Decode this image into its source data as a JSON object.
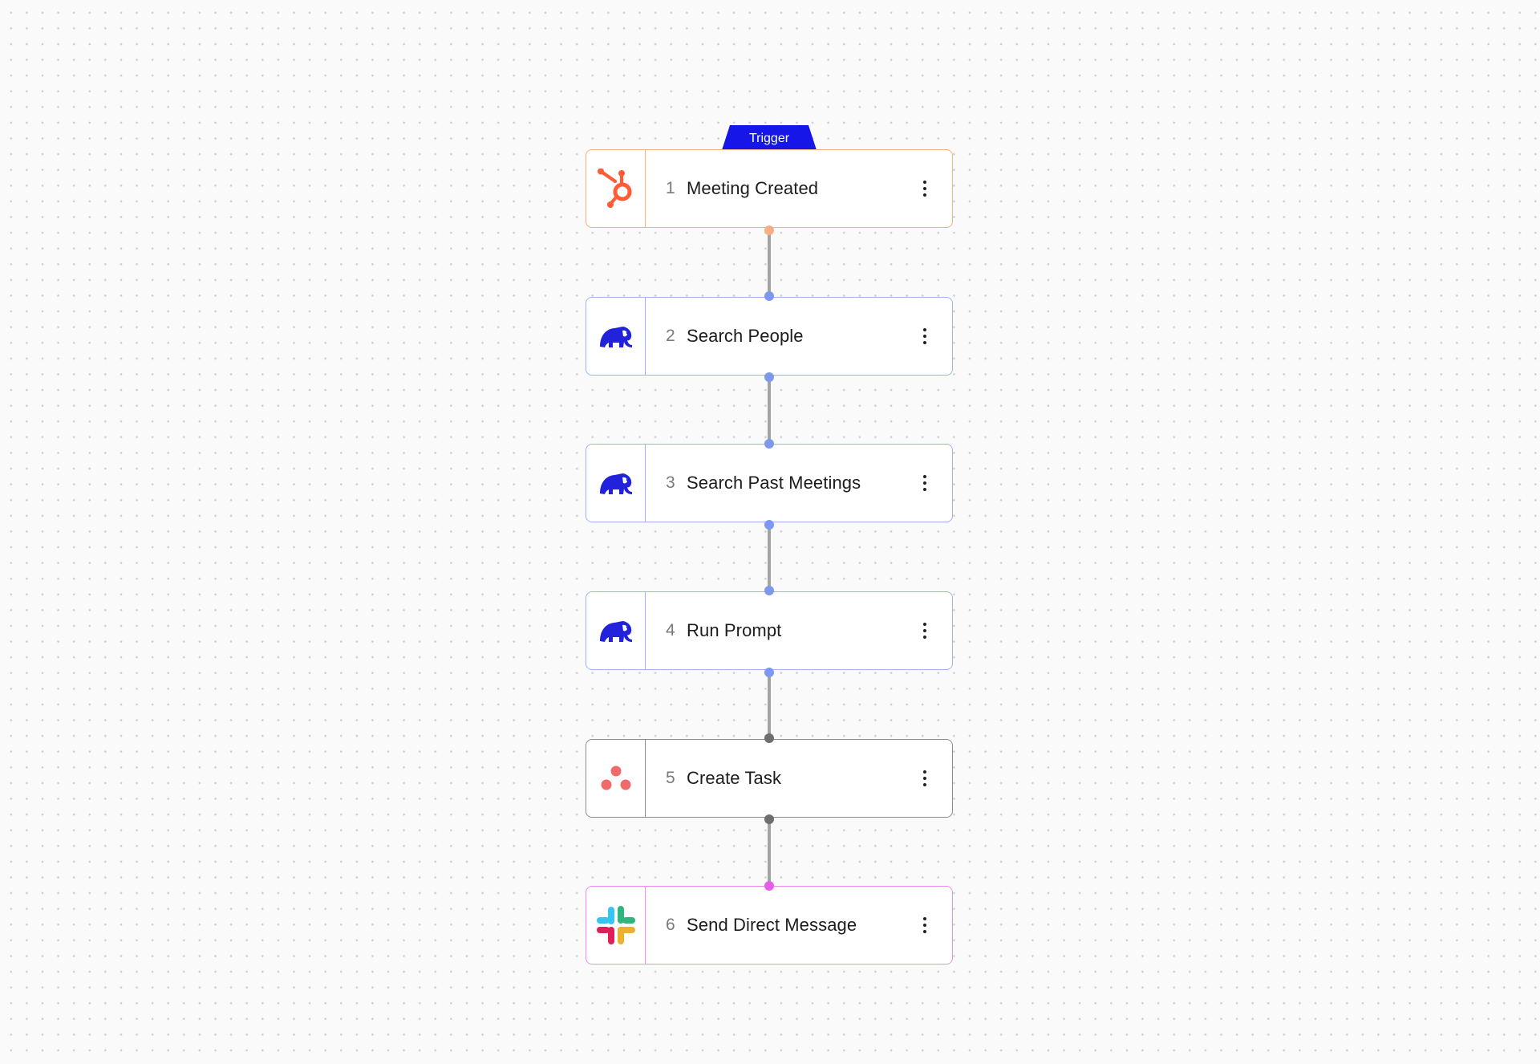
{
  "workflow": {
    "trigger_badge": "Trigger",
    "steps": [
      {
        "number": "1",
        "title": "Meeting Created",
        "app_icon": "hubspot-icon",
        "accent": "#f6b07e"
      },
      {
        "number": "2",
        "title": "Search People",
        "app_icon": "elephant-icon",
        "accent": "#9fb1f3"
      },
      {
        "number": "3",
        "title": "Search Past Meetings",
        "app_icon": "elephant-icon",
        "accent": "#9fb1f3"
      },
      {
        "number": "4",
        "title": "Run Prompt",
        "app_icon": "elephant-icon",
        "accent": "#9fb1f3"
      },
      {
        "number": "5",
        "title": "Create Task",
        "app_icon": "asana-icon",
        "accent": "#8c8c8c"
      },
      {
        "number": "6",
        "title": "Send Direct Message",
        "app_icon": "slack-icon",
        "accent": "#ef8cee"
      }
    ],
    "colors": {
      "trigger": "#1616e8",
      "hubspot": "#ff5c35",
      "elephant": "#2222dd",
      "asana": "#f06a6a",
      "connector": "#a3a3a3"
    }
  }
}
